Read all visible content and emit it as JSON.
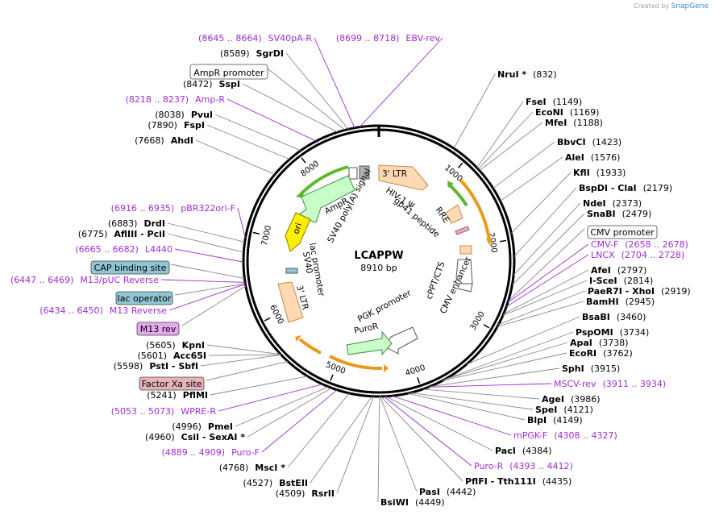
{
  "brand": {
    "created_by": "Created by",
    "name": "SnapGene"
  },
  "plasmid": {
    "name": "LCAPPW",
    "size_label": "8910 bp",
    "length": 8910
  },
  "colors": {
    "enzyme": "#000000",
    "primer": "#a02bd8",
    "ltr": "#ffd9b3",
    "ltr_stroke": "#c98a4a",
    "ampr": "#c8ffc8",
    "ampr_stroke": "#3f8f3f",
    "ori": "#ffee00",
    "orange": "#e89a1a",
    "green": "#5cb82e"
  },
  "ticks": [
    "1000",
    "2000",
    "3000",
    "4000",
    "5000",
    "6000",
    "7000",
    "8000"
  ],
  "right_labels": [
    {
      "name": "NruI *",
      "bold": true,
      "pos": "(832)"
    },
    {
      "name": "FseI",
      "bold": true,
      "pos": "(1149)"
    },
    {
      "name": "EcoNI",
      "bold": true,
      "pos": "(1169)"
    },
    {
      "name": "MfeI",
      "bold": true,
      "pos": "(1188)"
    },
    {
      "name": "BbvCI",
      "bold": true,
      "pos": "(1423)"
    },
    {
      "name": "AleI",
      "bold": true,
      "pos": "(1576)"
    },
    {
      "name": "KflI",
      "bold": true,
      "pos": "(1933)"
    },
    {
      "name": "BspDI - ClaI",
      "bold": true,
      "pos": "(2179)"
    },
    {
      "name": "NdeI",
      "bold": true,
      "pos": "(2373)"
    },
    {
      "name": "SnaBI",
      "bold": true,
      "pos": "(2479)"
    },
    {
      "name": "CMV promoter",
      "box": "#ffffff",
      "pos": ""
    },
    {
      "name": "CMV-F",
      "primer": true,
      "pos": "(2658 .. 2678)"
    },
    {
      "name": "LNCX",
      "primer": true,
      "pos": "(2704 .. 2728)"
    },
    {
      "name": "AfeI",
      "bold": true,
      "pos": "(2797)"
    },
    {
      "name": "I-SceI",
      "bold": true,
      "pos": "(2814)"
    },
    {
      "name": "PaeR7I - XhoI",
      "bold": true,
      "pos": "(2919)"
    },
    {
      "name": "BamHI",
      "bold": true,
      "pos": "(2945)"
    },
    {
      "name": "BsaBI",
      "bold": true,
      "pos": "(3460)"
    },
    {
      "name": "PspOMI",
      "bold": true,
      "pos": "(3734)"
    },
    {
      "name": "ApaI",
      "bold": true,
      "pos": "(3738)"
    },
    {
      "name": "EcoRI",
      "bold": true,
      "pos": "(3762)"
    },
    {
      "name": "SphI",
      "bold": true,
      "pos": "(3915)"
    },
    {
      "name": "MSCV-rev",
      "primer": true,
      "pos": "(3911 .. 3934)"
    },
    {
      "name": "AgeI",
      "bold": true,
      "pos": "(3986)"
    },
    {
      "name": "SpeI",
      "bold": true,
      "pos": "(4121)"
    },
    {
      "name": "BlpI",
      "bold": true,
      "pos": "(4149)"
    },
    {
      "name": "mPGK-F",
      "primer": true,
      "pos": "(4308 .. 4327)"
    },
    {
      "name": "PacI",
      "bold": true,
      "pos": "(4384)"
    },
    {
      "name": "Puro-R",
      "primer": true,
      "pos": "(4393 .. 4412)"
    },
    {
      "name": "PflFI - Tth111I",
      "bold": true,
      "pos": "(4435)"
    },
    {
      "name": "PasI",
      "bold": true,
      "pos": "(4442)"
    },
    {
      "name": "BsiWI",
      "bold": true,
      "pos": "(4449)"
    }
  ],
  "left_labels": [
    {
      "name": "SV40pA-R",
      "primer": true,
      "pos": "(8645 .. 8664)"
    },
    {
      "name": "EBV-rev",
      "primer": true,
      "pos": "(8699 .. 8718)"
    },
    {
      "name": "SgrDI",
      "bold": true,
      "pos": "(8589)"
    },
    {
      "name": "AmpR promoter",
      "box": "#ffffff",
      "pos": ""
    },
    {
      "name": "SspI",
      "bold": true,
      "pos": "(8472)"
    },
    {
      "name": "Amp-R",
      "primer": true,
      "pos": "(8218 .. 8237)"
    },
    {
      "name": "PvuI",
      "bold": true,
      "pos": "(8038)"
    },
    {
      "name": "FspI",
      "bold": true,
      "pos": "(7890)"
    },
    {
      "name": "AhdI",
      "bold": true,
      "pos": "(7668)"
    },
    {
      "name": "pBR322ori-F",
      "primer": true,
      "pos": "(6916 .. 6935)"
    },
    {
      "name": "DrdI",
      "bold": true,
      "pos": "(6883)"
    },
    {
      "name": "AflIII - PciI",
      "bold": true,
      "pos": "(6775)"
    },
    {
      "name": "L4440",
      "primer": true,
      "pos": "(6665 .. 6682)"
    },
    {
      "name": "CAP binding site",
      "box": "#8fc6d3",
      "pos": ""
    },
    {
      "name": "M13/pUC Reverse",
      "primer": true,
      "pos": "(6447 .. 6469)"
    },
    {
      "name": "lac operator",
      "box": "#8fc6d3",
      "pos": ""
    },
    {
      "name": "M13 Reverse",
      "primer": true,
      "pos": "(6434 .. 6450)"
    },
    {
      "name": "M13 rev",
      "box": "#e6a8ee",
      "pos": ""
    },
    {
      "name": "KpnI",
      "bold": true,
      "pos": "(5605)"
    },
    {
      "name": "Acc65I",
      "bold": true,
      "pos": "(5601)"
    },
    {
      "name": "PstI - SbfI",
      "bold": true,
      "pos": "(5598)"
    },
    {
      "name": "Factor Xa site",
      "box": "#e8b4bb",
      "pos": ""
    },
    {
      "name": "PflMI",
      "bold": true,
      "pos": "(5241)"
    },
    {
      "name": "WPRE-R",
      "primer": true,
      "pos": "(5053 .. 5073)"
    },
    {
      "name": "PmeI",
      "bold": true,
      "pos": "(4996)"
    },
    {
      "name": "CsiI - SexAI *",
      "bold": true,
      "pos": "(4960)"
    },
    {
      "name": "Puro-F",
      "primer": true,
      "pos": "(4889 .. 4909)"
    },
    {
      "name": "MscI *",
      "bold": true,
      "pos": "(4768)"
    },
    {
      "name": "BstEII",
      "bold": true,
      "pos": "(4527)"
    },
    {
      "name": "RsrII",
      "bold": true,
      "pos": "(4509)"
    }
  ],
  "features": {
    "three_ltr_top": "3' LTR",
    "hiv_psi": "HIV-1 Ψ",
    "rre": "RRE",
    "gp41": "gp41 peptide",
    "cppt": "cPPT/CTS",
    "cmv_enh": "CMV enhancer",
    "pgk": "PGK promoter",
    "puror": "PuroR",
    "ampr": "AmpR",
    "sv40pa": "SV40 poly(A) signal",
    "ori": "ori",
    "sv40": "SV40",
    "lac": "lac promoter",
    "three_ltr_bottom": "3' LTR"
  }
}
